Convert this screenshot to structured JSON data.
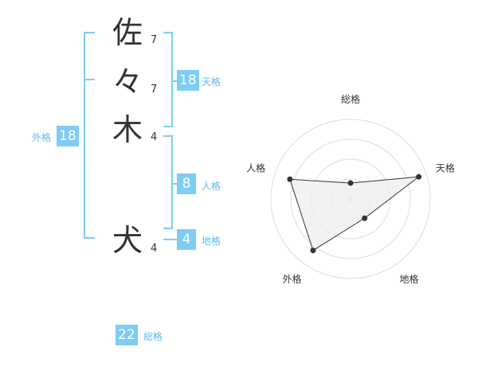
{
  "name": {
    "characters": [
      {
        "char": "佐",
        "strokes": "7"
      },
      {
        "char": "々",
        "strokes": "7"
      },
      {
        "char": "木",
        "strokes": "4"
      },
      {
        "char": "犬",
        "strokes": "4"
      }
    ]
  },
  "kaku": {
    "tenkaku": {
      "value": "18",
      "label": "天格"
    },
    "jinkaku": {
      "value": "8",
      "label": "人格"
    },
    "chikaku": {
      "value": "4",
      "label": "地格"
    },
    "gaikaku": {
      "value": "18",
      "label": "外格"
    },
    "soukaku": {
      "value": "22",
      "label": "総格"
    }
  },
  "chart_data": {
    "type": "radar",
    "axes": [
      "総格",
      "天格",
      "地格",
      "外格",
      "人格"
    ],
    "values": [
      0.2,
      0.9,
      0.3,
      0.8,
      0.8
    ],
    "range": [
      0,
      1
    ],
    "rings": 4,
    "colors": {
      "fill": "#efefef",
      "line": "#333333",
      "ring": "#dddddd",
      "point": "#333333"
    }
  },
  "colors": {
    "accent": "#7fccf5",
    "label": "#5cb9ee",
    "text": "#333333"
  }
}
